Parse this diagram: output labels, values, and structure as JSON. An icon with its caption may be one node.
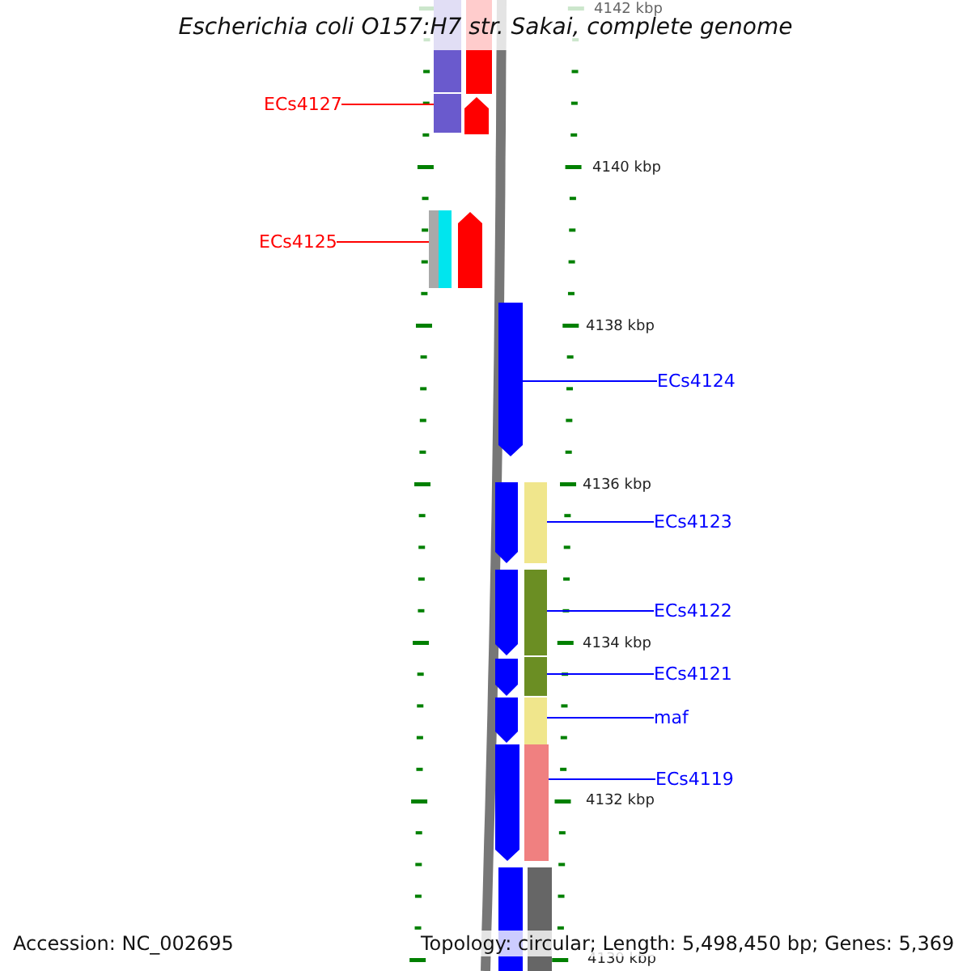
{
  "diagram": {
    "title": "Escherichia coli O157:H7 str. Sakai, complete genome",
    "nodes": [
      {
        "text": [
          "ECs4127"
        ]
      },
      {
        "text": [
          "ECs4125"
        ]
      },
      {
        "text": [
          "ECs4124"
        ]
      },
      {
        "text": [
          "ECs4123"
        ]
      },
      {
        "text": [
          "ECs4122"
        ]
      },
      {
        "text": [
          "ECs4121"
        ]
      },
      {
        "text": [
          "maf"
        ]
      },
      {
        "text": [
          "ECs4119"
        ]
      },
      {
        "text": [],
        "shape": "bar"
      },
      {
        "text": [],
        "shape": "bar"
      },
      {
        "text": [],
        "shape": "bar"
      },
      {
        "text": [],
        "shape": "bar"
      },
      {
        "text": [],
        "shape": "bar"
      },
      {
        "text": [],
        "shape": "bar"
      },
      {
        "text": [],
        "shape": "bar"
      },
      {
        "text": [],
        "shape": "bar"
      },
      {
        "text": [],
        "shape": "bar"
      },
      {
        "text": [],
        "shape": "bar"
      }
    ],
    "edges": [
      {
        "from": 0,
        "to": 9,
        "arrow": "none",
        "color": "#ff0000"
      },
      {
        "from": 1,
        "to": 10,
        "arrow": "none",
        "color": "#ff0000"
      },
      {
        "from": 2,
        "to": 11,
        "arrow": "none"
      },
      {
        "from": 3,
        "to": 12,
        "arrow": "none"
      },
      {
        "from": 4,
        "to": 13,
        "arrow": "none"
      },
      {
        "from": 5,
        "to": 14,
        "arrow": "none"
      },
      {
        "from": 6,
        "to": 15,
        "arrow": "none"
      },
      {
        "from": 7,
        "to": 16,
        "arrow": "none"
      }
    ],
    "labels": [
      "4142 kbp",
      "4140 kbp",
      "4138 kbp",
      "4136 kbp",
      "4134 kbp",
      "4132 kbp",
      "Accession: NC_002695",
      "Topology: circular; Length: 5,498,450 bp; Genes: 5,369",
      "4130 kbp"
    ]
  }
}
